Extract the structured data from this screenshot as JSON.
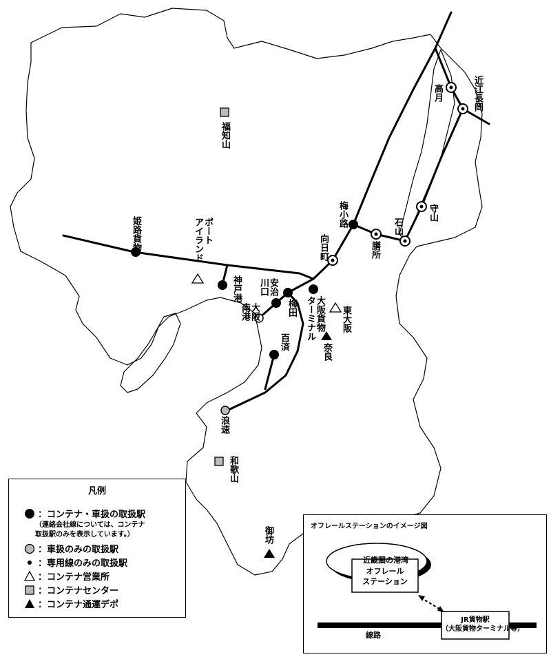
{
  "stations": {
    "oumi_nagaoka": "近江長岡",
    "takatsuki": "高月",
    "fukuchiyama": "福知山",
    "moriyama": "守山",
    "ishiyama": "石山",
    "umekoji": "梅小路",
    "zeze": "膳所",
    "mukomachi": "向日町",
    "himeji": "姫路貨物",
    "port_island": "ポート\nアイランド",
    "kobe_port": "神戸港",
    "ajikawaguchi": "安治\n川口",
    "umeda": "梅田",
    "osaka_terminal": "大阪貨物\nターミナル",
    "higashi_osaka": "東大阪",
    "osaka_minami": "大阪\n南港",
    "nara": "奈良",
    "kudara": "百済",
    "naniwa": "浪速",
    "wakayama": "和歌山",
    "gobo": "御坊"
  },
  "legend": {
    "title": "凡例",
    "items": [
      {
        "symbol": "filled-circle",
        "label": "：コンテナ・車扱の取扱駅"
      },
      {
        "symbol": "gray-circle",
        "label": "：車扱のみの取扱駅"
      },
      {
        "symbol": "small-dot",
        "label": "：専用線のみの取扱駅"
      },
      {
        "symbol": "open-triangle",
        "label": "：コンテナ営業所"
      },
      {
        "symbol": "gray-square",
        "label": "：コンテナセンター"
      },
      {
        "symbol": "filled-triangle",
        "label": "：コンテナ通運デポ"
      }
    ],
    "note": "（連絡会社線については、コンテナ\n取扱駅のみを表示しています。）"
  },
  "inset": {
    "title": "オフレールステーションのイメージ図",
    "port": "近畿圏の港湾",
    "off_rail": "オフレール\nステーション",
    "jr_station": "JR貨物駅\n（大阪貨物ターミナル等）",
    "track": "線路"
  }
}
